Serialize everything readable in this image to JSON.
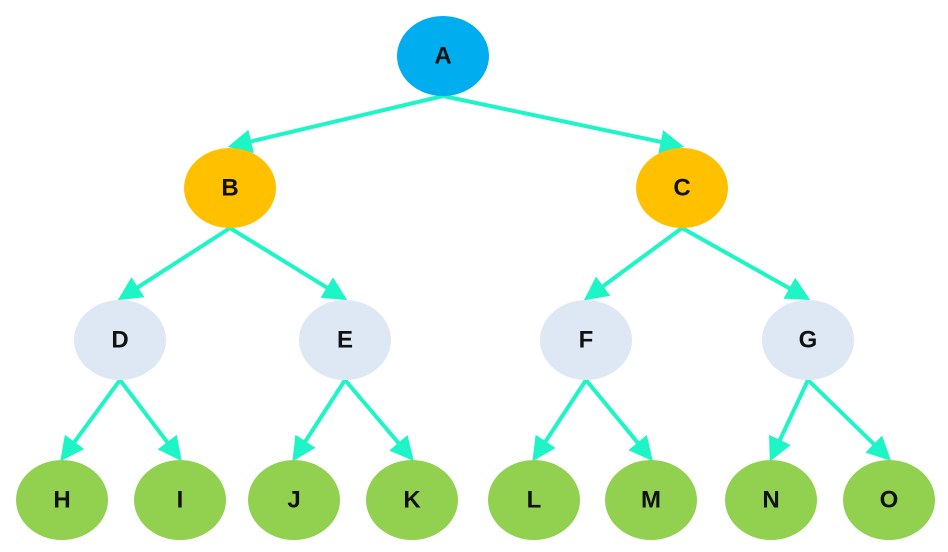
{
  "nodes": [
    {
      "id": "A",
      "label": "A",
      "level": "root",
      "color": "#00AEEF"
    },
    {
      "id": "B",
      "label": "B",
      "level": "level-1",
      "color": "#FFC000"
    },
    {
      "id": "C",
      "label": "C",
      "level": "level-1",
      "color": "#FFC000"
    },
    {
      "id": "D",
      "label": "D",
      "level": "level-2",
      "color": "#DEE8F4"
    },
    {
      "id": "E",
      "label": "E",
      "level": "level-2",
      "color": "#DEE8F4"
    },
    {
      "id": "F",
      "label": "F",
      "level": "level-2",
      "color": "#DEE8F4"
    },
    {
      "id": "G",
      "label": "G",
      "level": "level-2",
      "color": "#DEE8F4"
    },
    {
      "id": "H",
      "label": "H",
      "level": "leaf",
      "color": "#92D050"
    },
    {
      "id": "I",
      "label": "I",
      "level": "leaf",
      "color": "#92D050"
    },
    {
      "id": "J",
      "label": "J",
      "level": "leaf",
      "color": "#92D050"
    },
    {
      "id": "K",
      "label": "K",
      "level": "leaf",
      "color": "#92D050"
    },
    {
      "id": "L",
      "label": "L",
      "level": "leaf",
      "color": "#92D050"
    },
    {
      "id": "M",
      "label": "M",
      "level": "leaf",
      "color": "#92D050"
    },
    {
      "id": "N",
      "label": "N",
      "level": "leaf",
      "color": "#92D050"
    },
    {
      "id": "O",
      "label": "O",
      "level": "leaf",
      "color": "#92D050"
    }
  ],
  "edges": [
    {
      "from": "A",
      "to": "B"
    },
    {
      "from": "A",
      "to": "C"
    },
    {
      "from": "B",
      "to": "D"
    },
    {
      "from": "B",
      "to": "E"
    },
    {
      "from": "C",
      "to": "F"
    },
    {
      "from": "C",
      "to": "G"
    },
    {
      "from": "D",
      "to": "H"
    },
    {
      "from": "D",
      "to": "I"
    },
    {
      "from": "E",
      "to": "J"
    },
    {
      "from": "E",
      "to": "K"
    },
    {
      "from": "F",
      "to": "L"
    },
    {
      "from": "F",
      "to": "M"
    },
    {
      "from": "G",
      "to": "N"
    },
    {
      "from": "G",
      "to": "O"
    }
  ],
  "colors": {
    "edge": "#1DF5C7",
    "label": "#111111"
  },
  "edge_style": "arrow"
}
